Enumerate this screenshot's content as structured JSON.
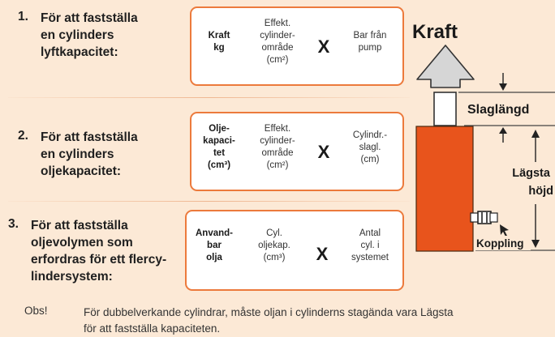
{
  "steps": [
    {
      "number": "1.",
      "text": "För att fastställa\nen cylinders\nlyftkapacitet:",
      "formula": {
        "result": "Kraft\nkg",
        "factor1": "Effekt.\ncylinder-\nområde\n(cm²)",
        "operator": "X",
        "factor2": "Bar från\npump"
      }
    },
    {
      "number": "2.",
      "text": "För att fastställa\nen cylinders\noljekapacitet:",
      "formula": {
        "result": "Olje-\nkapaci-\ntet\n(cm³)",
        "factor1": "Effekt.\ncylinder-\nområde\n(cm²)",
        "operator": "X",
        "factor2": "Cylindr.-\nslagl.\n(cm)"
      }
    },
    {
      "number": "3.",
      "text": "För att fastställa\noljevolymen som\nerfordras för ett flercy-\nlindersystem:",
      "formula": {
        "result": "Anvand-\nbar\nolja",
        "factor1": "Cyl.\noljekap.\n(cm³)",
        "operator": "X",
        "factor2": "Antal\ncyl. i\nsystemet"
      }
    }
  ],
  "diagram": {
    "force_label": "Kraft",
    "stroke_label": "Slaglängd",
    "min_height_label": "Lägsta\nhöjd",
    "coupler_label": "Koppling",
    "colors": {
      "cylinder": "#e8541c",
      "accent": "#ec7a3c",
      "background": "#fce9d6"
    }
  },
  "note": {
    "label": "Obs!",
    "text": "För dubbelverkande cylindrar, måste oljan i cylinderns stagända vara Lägsta\nför att fastställa kapaciteten."
  }
}
